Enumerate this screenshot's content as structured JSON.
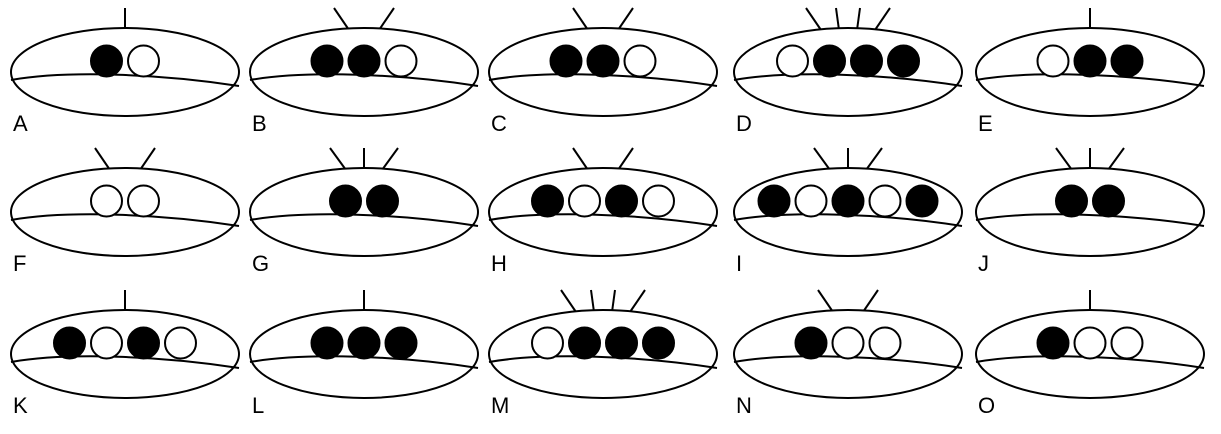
{
  "figures": [
    {
      "label": "A",
      "antennae": 1,
      "dots": [
        "filled",
        "empty"
      ]
    },
    {
      "label": "B",
      "antennae": 2,
      "dots": [
        "filled",
        "filled",
        "empty"
      ]
    },
    {
      "label": "C",
      "antennae": 2,
      "dots": [
        "filled",
        "filled",
        "empty"
      ]
    },
    {
      "label": "D",
      "antennae": 4,
      "dots": [
        "empty",
        "filled",
        "filled",
        "filled"
      ]
    },
    {
      "label": "E",
      "antennae": 1,
      "dots": [
        "empty",
        "filled",
        "filled"
      ]
    },
    {
      "label": "F",
      "antennae": 2,
      "dots": [
        "empty",
        "empty"
      ]
    },
    {
      "label": "G",
      "antennae": 3,
      "dots": [
        "filled",
        "filled"
      ]
    },
    {
      "label": "H",
      "antennae": 2,
      "dots": [
        "filled",
        "empty",
        "filled",
        "empty"
      ]
    },
    {
      "label": "I",
      "antennae": 3,
      "dots": [
        "filled",
        "empty",
        "filled",
        "empty",
        "filled"
      ]
    },
    {
      "label": "J",
      "antennae": 3,
      "dots": [
        "filled",
        "filled"
      ]
    },
    {
      "label": "K",
      "antennae": 1,
      "dots": [
        "filled",
        "empty",
        "filled",
        "empty"
      ]
    },
    {
      "label": "L",
      "antennae": 1,
      "dots": [
        "filled",
        "filled",
        "filled"
      ]
    },
    {
      "label": "M",
      "antennae": 4,
      "dots": [
        "empty",
        "filled",
        "filled",
        "filled"
      ]
    },
    {
      "label": "N",
      "antennae": 2,
      "dots": [
        "filled",
        "empty",
        "empty"
      ]
    },
    {
      "label": "O",
      "antennae": 1,
      "dots": [
        "filled",
        "empty",
        "empty"
      ]
    }
  ],
  "colors": {
    "stroke": "#000000",
    "filled": "#000000",
    "empty": "#ffffff",
    "background": "#ffffff"
  }
}
